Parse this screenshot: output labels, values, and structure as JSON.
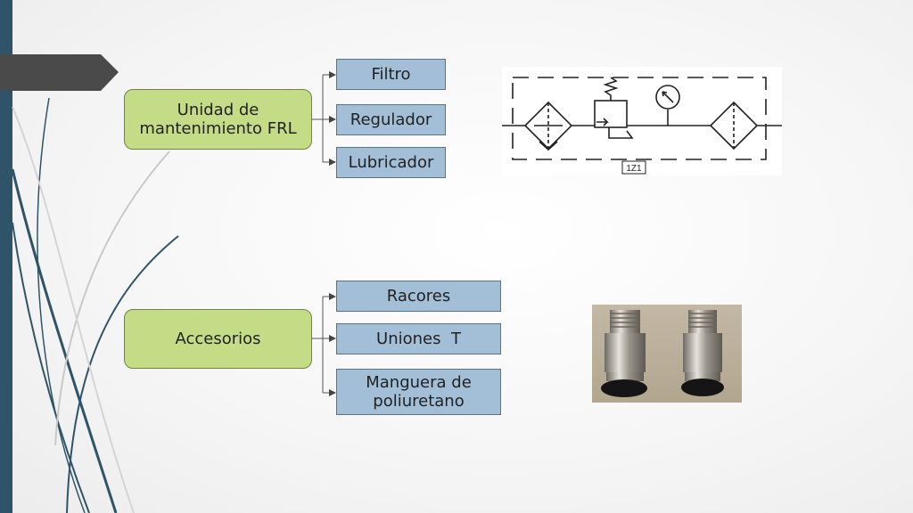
{
  "frl": {
    "title": "Unidad de mantenimiento FRL",
    "items": [
      "Filtro",
      "Regulador",
      "Lubricador"
    ]
  },
  "accesorios": {
    "title": "Accesorios",
    "items": [
      "Racores",
      "Uniones  T",
      "Manguera de poliuretano"
    ]
  },
  "symbol": {
    "label": "1Z1"
  },
  "colors": {
    "sidebar": "#2f5468",
    "group_box": "#c5dc87",
    "item_box": "#a3bfd7",
    "arrow_tab": "#4a4a4a"
  },
  "icons": [
    "fitting-photo"
  ]
}
